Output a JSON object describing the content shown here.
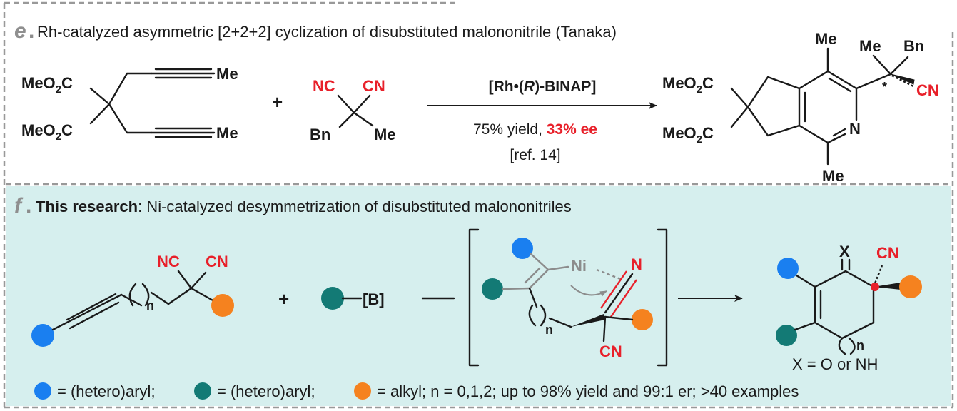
{
  "colors": {
    "blue": "#1a7ff0",
    "teal": "#137a75",
    "orange": "#f5821f",
    "red": "#e8202a",
    "panel_bg": "#d6efee",
    "dash_border": "#999999"
  },
  "panel_e": {
    "letter": "e",
    "title": "Rh-catalyzed asymmetric [2+2+2] cyclization of disubstituted malononitrile (Tanaka)",
    "sm1": {
      "ester": "MeO",
      "ester_sub": "2",
      "ester_c": "C",
      "me": "Me"
    },
    "plus": "+",
    "sm2": {
      "nc": "NC",
      "cn": "CN",
      "bn": "Bn",
      "me": "Me"
    },
    "catalyst_pre": "[Rh•(",
    "catalyst_r": "R",
    "catalyst_post": ")-BINAP]",
    "yield_text": "75% yield, ",
    "ee_text": "33% ee",
    "ref": "[ref. 14]",
    "product": {
      "me": "Me",
      "bn": "Bn",
      "cn": "CN",
      "n": "N",
      "star": "*"
    }
  },
  "panel_f": {
    "letter": "f",
    "title_bold": "This research",
    "title_rest": ": Ni-catalyzed desymmetrization of disubstituted malononitriles",
    "sm": {
      "nc": "NC",
      "cn": "CN",
      "n": "n"
    },
    "plus": "+",
    "boron": "[B]",
    "intermediate": {
      "ni": "Ni",
      "n_atom": "N",
      "cn": "CN",
      "n": "n"
    },
    "product": {
      "x": "X",
      "cn": "CN",
      "n": "n"
    },
    "x_def": "X = O or NH",
    "legend_blue": "= (hetero)aryl;",
    "legend_teal": "= (hetero)aryl;",
    "legend_orange": "= alkyl; n = 0,1,2;  up to 98% yield and 99:1 er; >40 examples"
  }
}
